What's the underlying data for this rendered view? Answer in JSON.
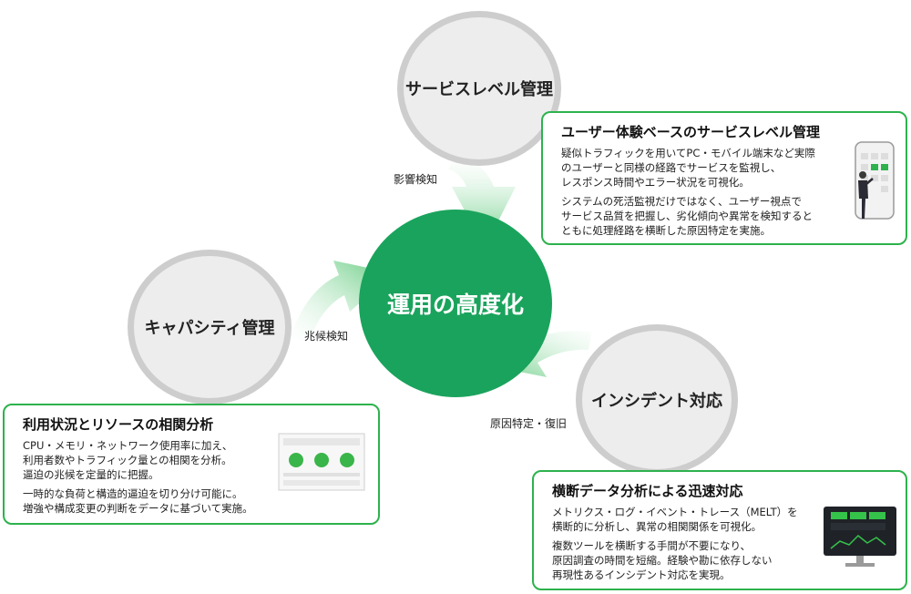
{
  "center": {
    "label": "運用の高度化"
  },
  "circles": {
    "service_level": "サービスレベル管理",
    "capacity": "キャパシティ管理",
    "incident": "インシデント対応"
  },
  "flows": {
    "impact": "影響検知",
    "sign": "兆候検知",
    "root_cause": "原因特定・復旧"
  },
  "cards": {
    "service": {
      "title": "ユーザー体験ベースのサービスレベル管理",
      "paragraphs": [
        "疑似トラフィックを用いてPC・モバイル端末など実際\nのユーザーと同様の経路でサービスを監視し、\nレスポンス時間やエラー状況を可視化。",
        "システムの死活監視だけではなく、ユーザー視点で\nサービス品質を把握し、劣化傾向や異常を検知すると\nともに処理経路を横断した原因特定を実施。"
      ]
    },
    "capacity": {
      "title": "利用状況とリソースの相関分析",
      "paragraphs": [
        "CPU・メモリ・ネットワーク使用率に加え、\n利用者数やトラフィック量との相関を分析。\n逼迫の兆候を定量的に把握。",
        "一時的な負荷と構造的逼迫を切り分け可能に。\n増強や構成変更の判断をデータに基づいて実施。"
      ]
    },
    "incident": {
      "title": "横断データ分析による迅速対応",
      "paragraphs": [
        "メトリクス・ログ・イベント・トレース（MELT）を\n横断的に分析し、異常の相関関係を可視化。",
        "複数ツールを横断する手間が不要になり、\n原因調査の時間を短縮。経験や勘に依存しない\n再現性あるインシデント対応を実現。"
      ]
    }
  },
  "colors": {
    "accent": "#1aa35c",
    "border": "#2db24d",
    "circle_fill": "#ededed",
    "circle_border": "#cdcdcd"
  }
}
